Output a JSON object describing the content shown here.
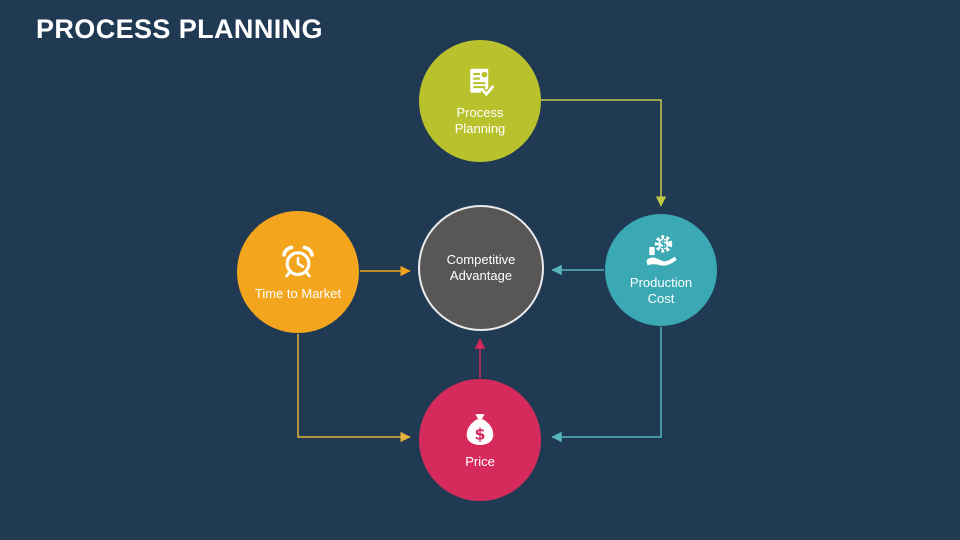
{
  "page": {
    "title": "PROCESS PLANNING",
    "background_color": "#203a54"
  },
  "nodes": [
    {
      "id": "process-planning",
      "label": "Process Planning",
      "color": "#b9c22c",
      "icon": "document-check-icon"
    },
    {
      "id": "production-cost",
      "label": "Production Cost",
      "color": "#3aa9b4",
      "icon": "gear-dollar-hand-icon"
    },
    {
      "id": "competitive-advantage",
      "label": "Competitive Advantage",
      "color": "#595656",
      "border_color": "#ececec"
    },
    {
      "id": "time-to-market",
      "label": "Time to Market",
      "color": "#f2a51d",
      "icon": "alarm-clock-icon"
    },
    {
      "id": "price",
      "label": "Price",
      "color": "#d62a5c",
      "icon": "money-bag-icon"
    }
  ],
  "connectors": [
    {
      "from": "process-planning",
      "to": "production-cost",
      "color": "#c3ca45"
    },
    {
      "from": "production-cost",
      "to": "competitive-advantage",
      "color": "#56b4bf"
    },
    {
      "from": "time-to-market",
      "to": "competitive-advantage",
      "color": "#f2a51d"
    },
    {
      "from": "price",
      "to": "competitive-advantage",
      "color": "#d62a5c"
    },
    {
      "from": "time-to-market",
      "to": "price",
      "color": "#e5b23a"
    },
    {
      "from": "production-cost",
      "to": "price",
      "color": "#56b4bf"
    }
  ]
}
